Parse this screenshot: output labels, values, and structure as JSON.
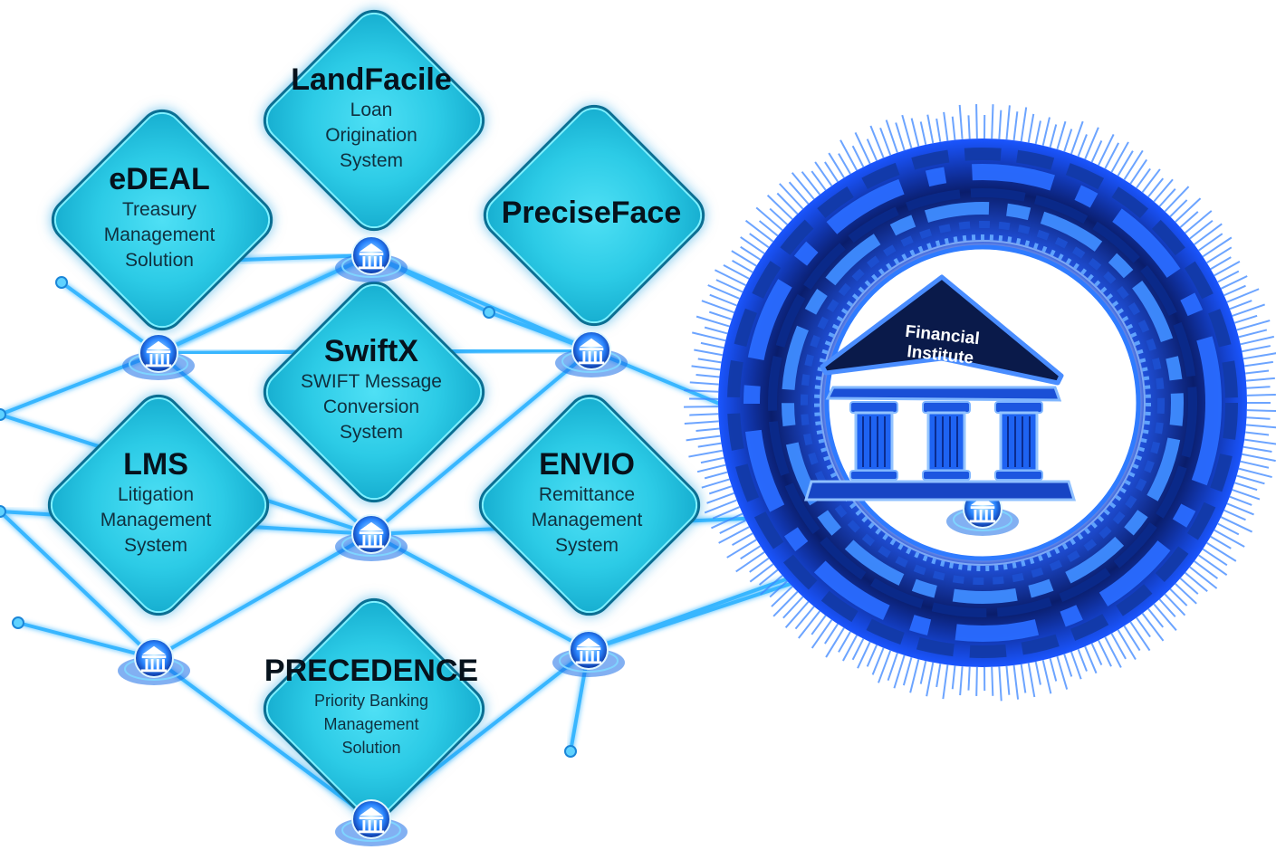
{
  "products": [
    {
      "id": "landfacile",
      "title": "LandFacile",
      "subtitle_lines": [
        "Loan",
        "Origination",
        "System"
      ]
    },
    {
      "id": "edeal",
      "title": "eDEAL",
      "subtitle_lines": [
        "Treasury",
        "Management",
        "Solution"
      ]
    },
    {
      "id": "preciseface",
      "title": "PreciseFace",
      "subtitle_lines": []
    },
    {
      "id": "swiftx",
      "title": "SwiftX",
      "subtitle_lines": [
        "SWIFT Message",
        "Conversion",
        "System"
      ]
    },
    {
      "id": "lms",
      "title": "LMS",
      "subtitle_lines": [
        "Litigation",
        "Management",
        "System"
      ]
    },
    {
      "id": "envio",
      "title": "ENVIO",
      "subtitle_lines": [
        "Remittance",
        "Management",
        "System"
      ]
    },
    {
      "id": "precedence",
      "title": "PRECEDENCE",
      "subtitle_lines": [
        "Priority Banking",
        "Management",
        "Solution"
      ]
    }
  ],
  "institute": {
    "label_lines": [
      "Financial",
      "Institute"
    ]
  },
  "icons": {
    "node": "bank-building-icon",
    "hub": "financial-institute-building-icon"
  },
  "colors": {
    "tile_fill": "#2ccbe6",
    "tile_border": "#0b6f93",
    "network_line": "#38b6ff",
    "ring_dark": "#0a1d6b",
    "ring_bright": "#2f7bff"
  }
}
